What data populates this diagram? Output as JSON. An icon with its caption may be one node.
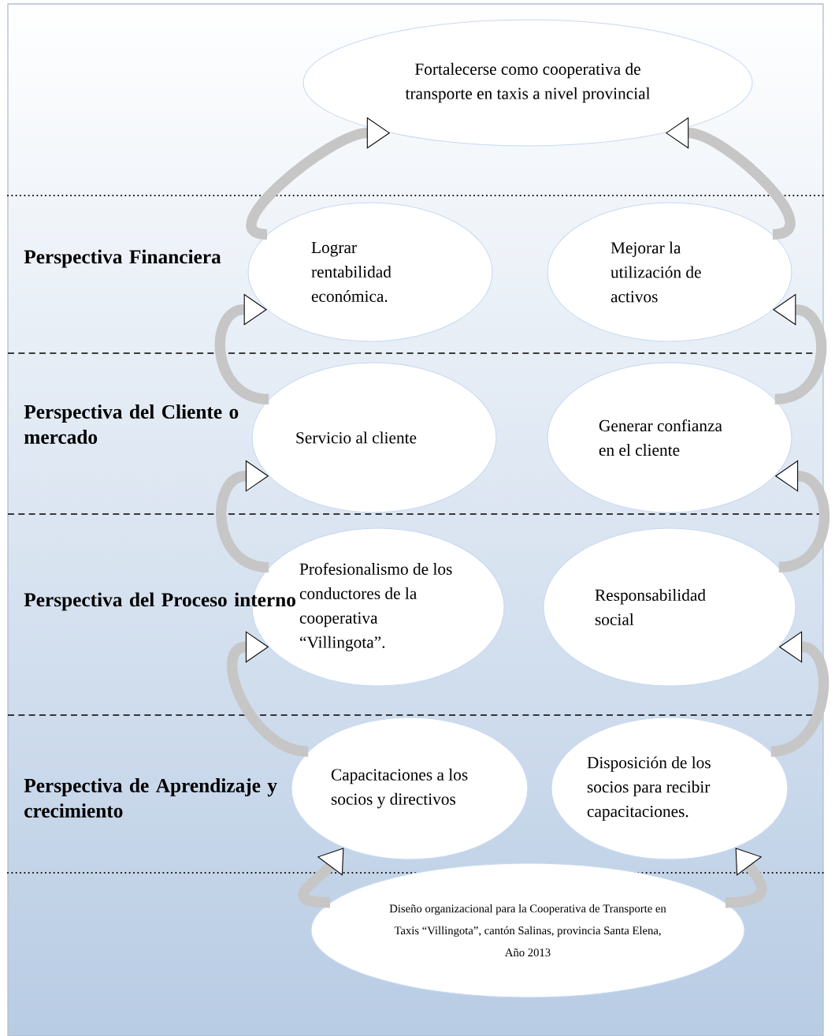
{
  "diagram": {
    "nodes": [
      {
        "text": [
          "Fortalecerse como cooperativa de transporte en taxis a nivel provincial"
        ]
      },
      {
        "text": [
          "Lograr rentabilidad económica."
        ]
      },
      {
        "text": [
          "Mejorar la utilización de activos"
        ]
      },
      {
        "text": [
          "Servicio al cliente"
        ]
      },
      {
        "text": [
          "Generar confianza en el cliente"
        ]
      },
      {
        "text": [
          "Profesionalismo de los conductores de la cooperativa “Villingota”."
        ]
      },
      {
        "text": [
          "Responsabilidad social"
        ]
      },
      {
        "text": [
          "Capacitaciones a los socios y directivos"
        ]
      },
      {
        "text": [
          "Disposición de los socios para recibir capacitaciones."
        ]
      },
      {
        "text": [
          "Diseño organizacional para la Cooperativa de Transporte en Taxis “Villingota”, cantón Salinas, provincia Santa Elena, Año 2013"
        ]
      }
    ],
    "edges": [
      {
        "from": 1,
        "to": 0,
        "arrow": "to"
      },
      {
        "from": 2,
        "to": 0,
        "arrow": "to"
      },
      {
        "from": 3,
        "to": 1,
        "arrow": "to"
      },
      {
        "from": 4,
        "to": 2,
        "arrow": "to"
      },
      {
        "from": 5,
        "to": 3,
        "arrow": "to"
      },
      {
        "from": 6,
        "to": 4,
        "arrow": "to"
      },
      {
        "from": 7,
        "to": 5,
        "arrow": "to"
      },
      {
        "from": 8,
        "to": 6,
        "arrow": "to"
      },
      {
        "from": 9,
        "to": 7,
        "arrow": "to"
      },
      {
        "from": 9,
        "to": 8,
        "arrow": "to"
      }
    ],
    "labels": [
      "Perspectiva Financiera",
      "Perspectiva del Cliente o mercado",
      "Perspectiva del Proceso interno",
      "Perspectiva de Aprendizaje y crecimiento"
    ]
  }
}
